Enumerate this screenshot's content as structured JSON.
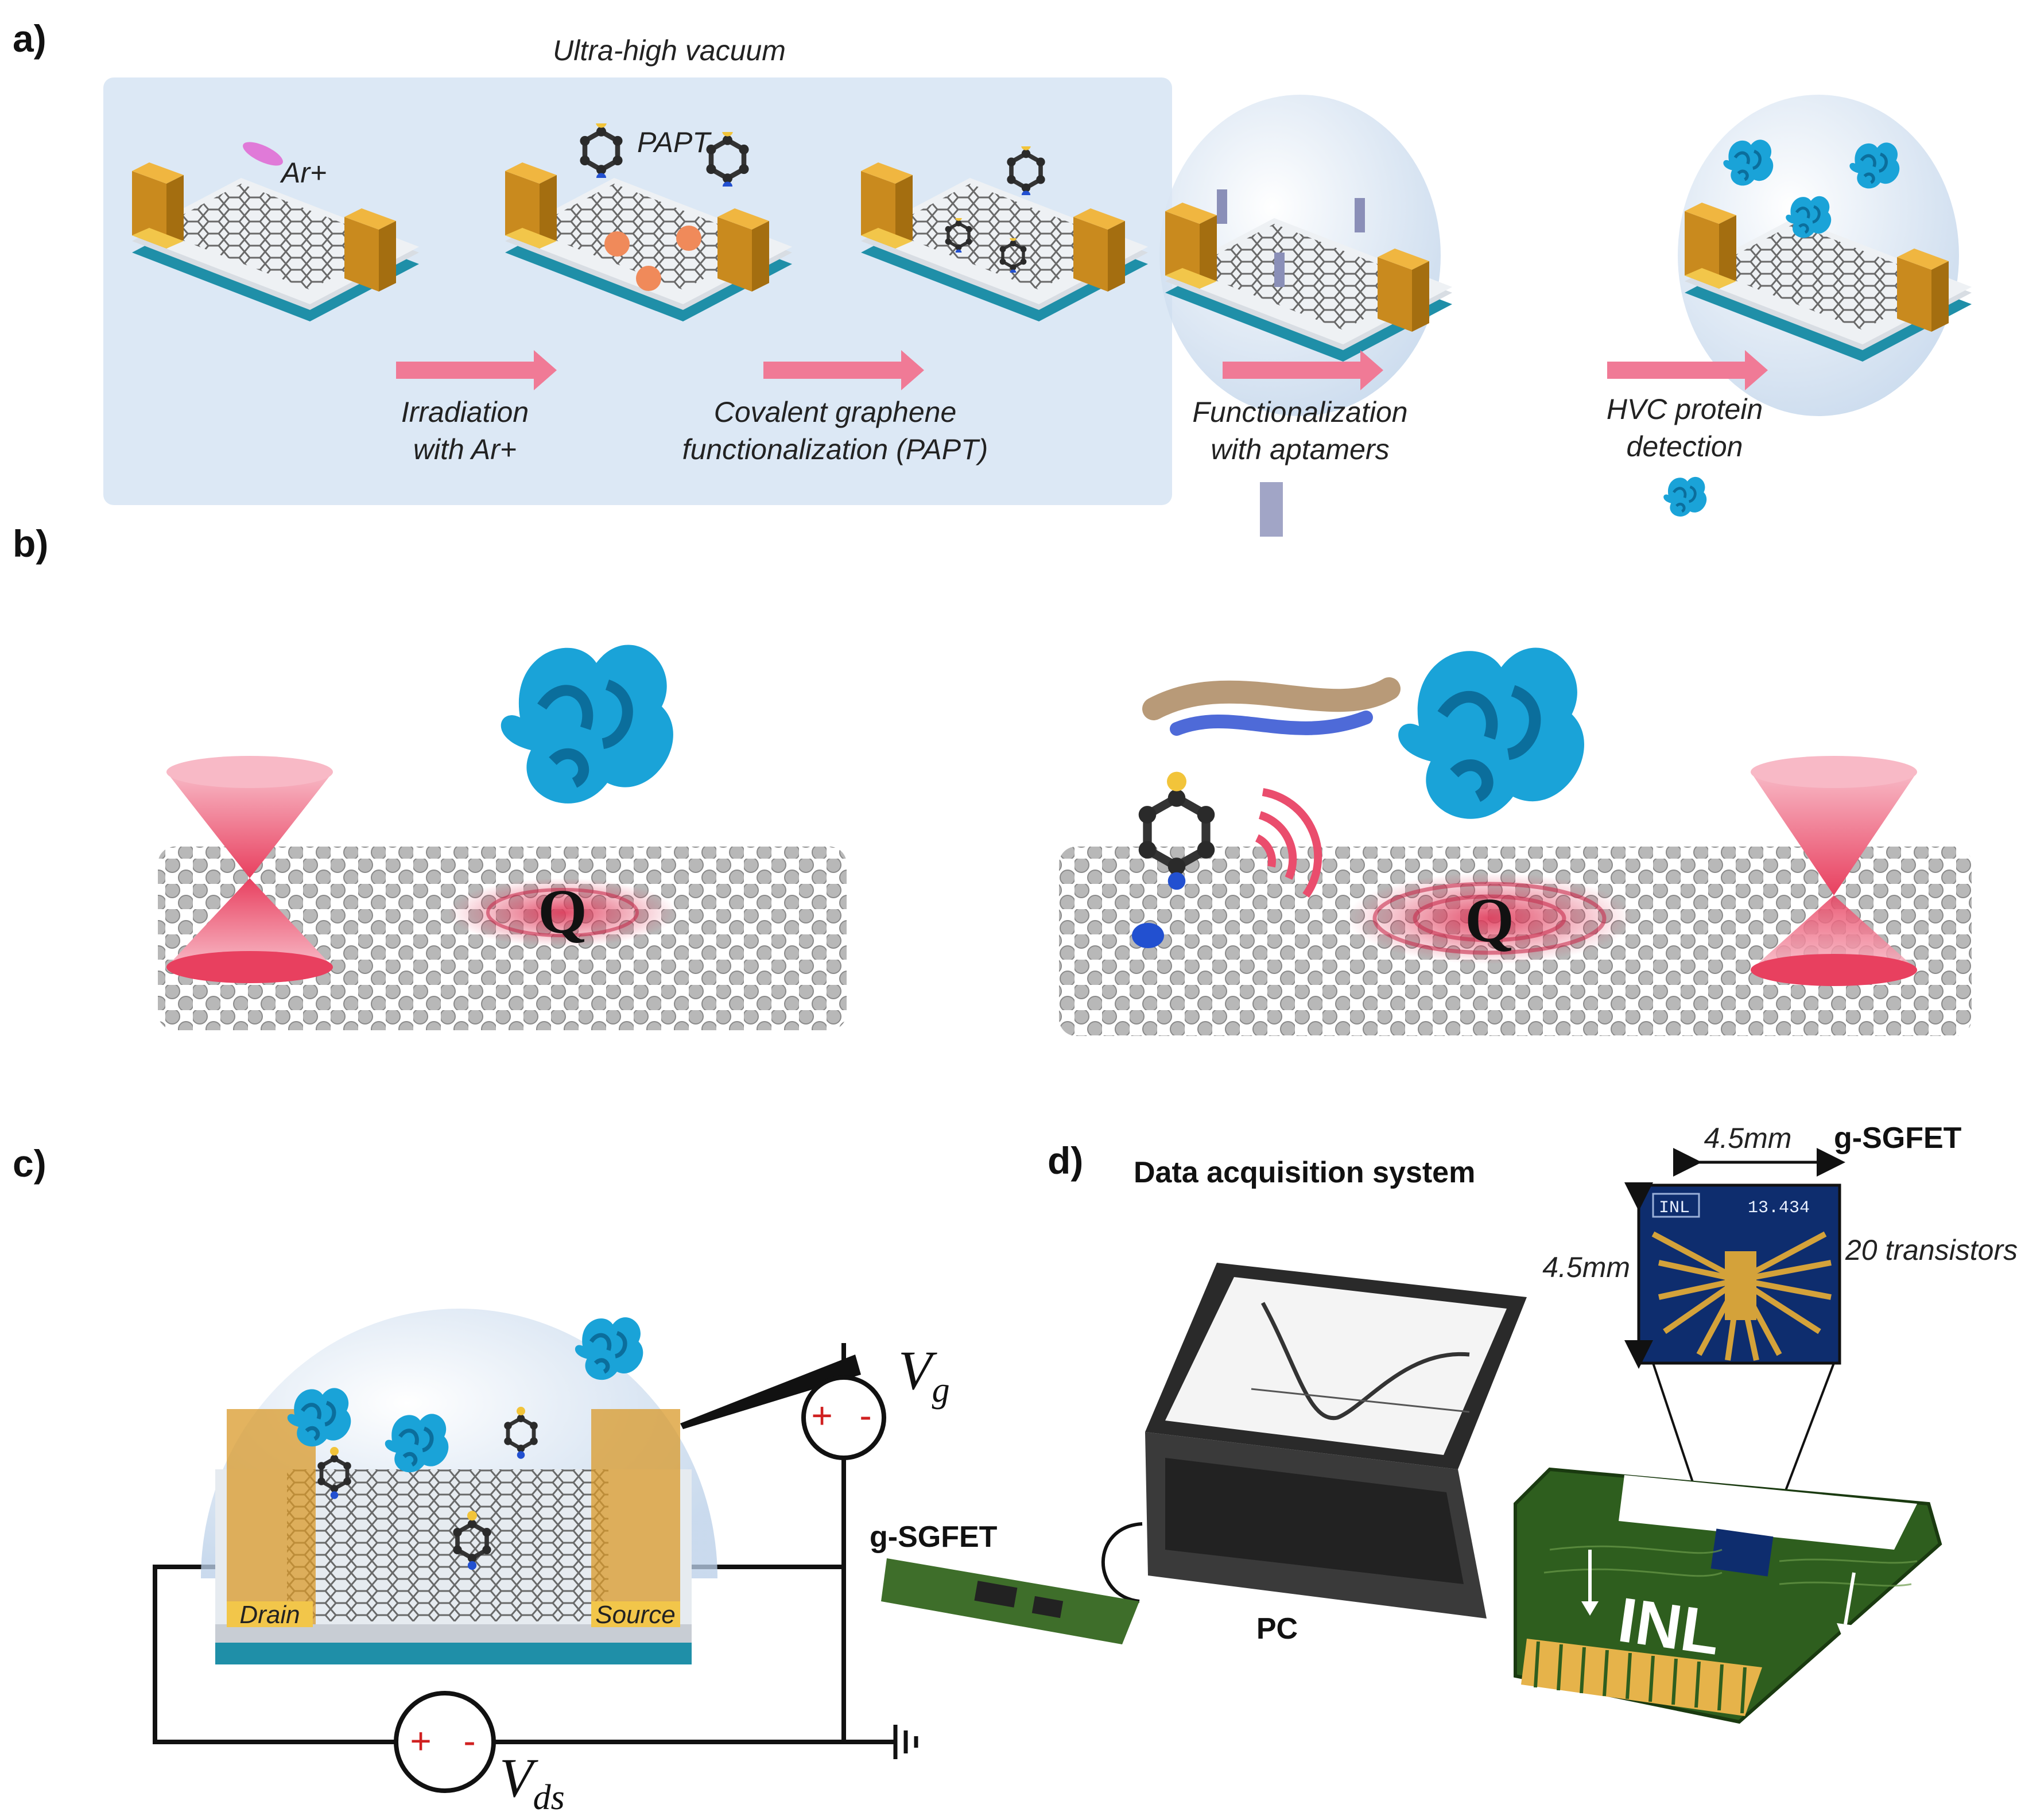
{
  "panels": {
    "a": {
      "label": "a)",
      "title": "Ultra-high vacuum",
      "ion_label": "Ar+",
      "molecule_label": "PAPT",
      "steps": [
        {
          "line1": "Irradiation",
          "line2": "with Ar+"
        },
        {
          "line1": "Covalent graphene",
          "line2": "functionalization (PAPT)"
        },
        {
          "line1": "Functionalization",
          "line2": "with aptamers"
        },
        {
          "line1": "HVC protein",
          "line2": "detection"
        }
      ]
    },
    "b": {
      "label": "b)",
      "charge_left": "Q",
      "charge_right": "Q"
    },
    "c": {
      "label": "c)",
      "drain": "Drain",
      "source": "Source",
      "vg": "V",
      "vg_sub": "g",
      "vds": "V",
      "vds_sub": "ds",
      "plus": "+",
      "minus": "-"
    },
    "d": {
      "label": "d)",
      "title": "Data acquisition system",
      "device": "g-SGFET",
      "board_label": "g-SGFET",
      "pc": "PC",
      "width": "4.5mm",
      "height": "4.5mm",
      "transistors": "20 transistors",
      "chip_brand": "INL",
      "chip_code": "13.434",
      "board_brand": "INL"
    }
  },
  "colors": {
    "vacuum_box": "#dce8f5",
    "arrow": "#f07a96",
    "electrode": "#d99a2a",
    "substrate": "#1f8fa8",
    "graphene": "#8a8a8a",
    "protein": "#1aa3d8",
    "dirac_cone": "#ea4d6d",
    "pcb_green": "#2e5e1e",
    "gold": "#d4a23a"
  }
}
